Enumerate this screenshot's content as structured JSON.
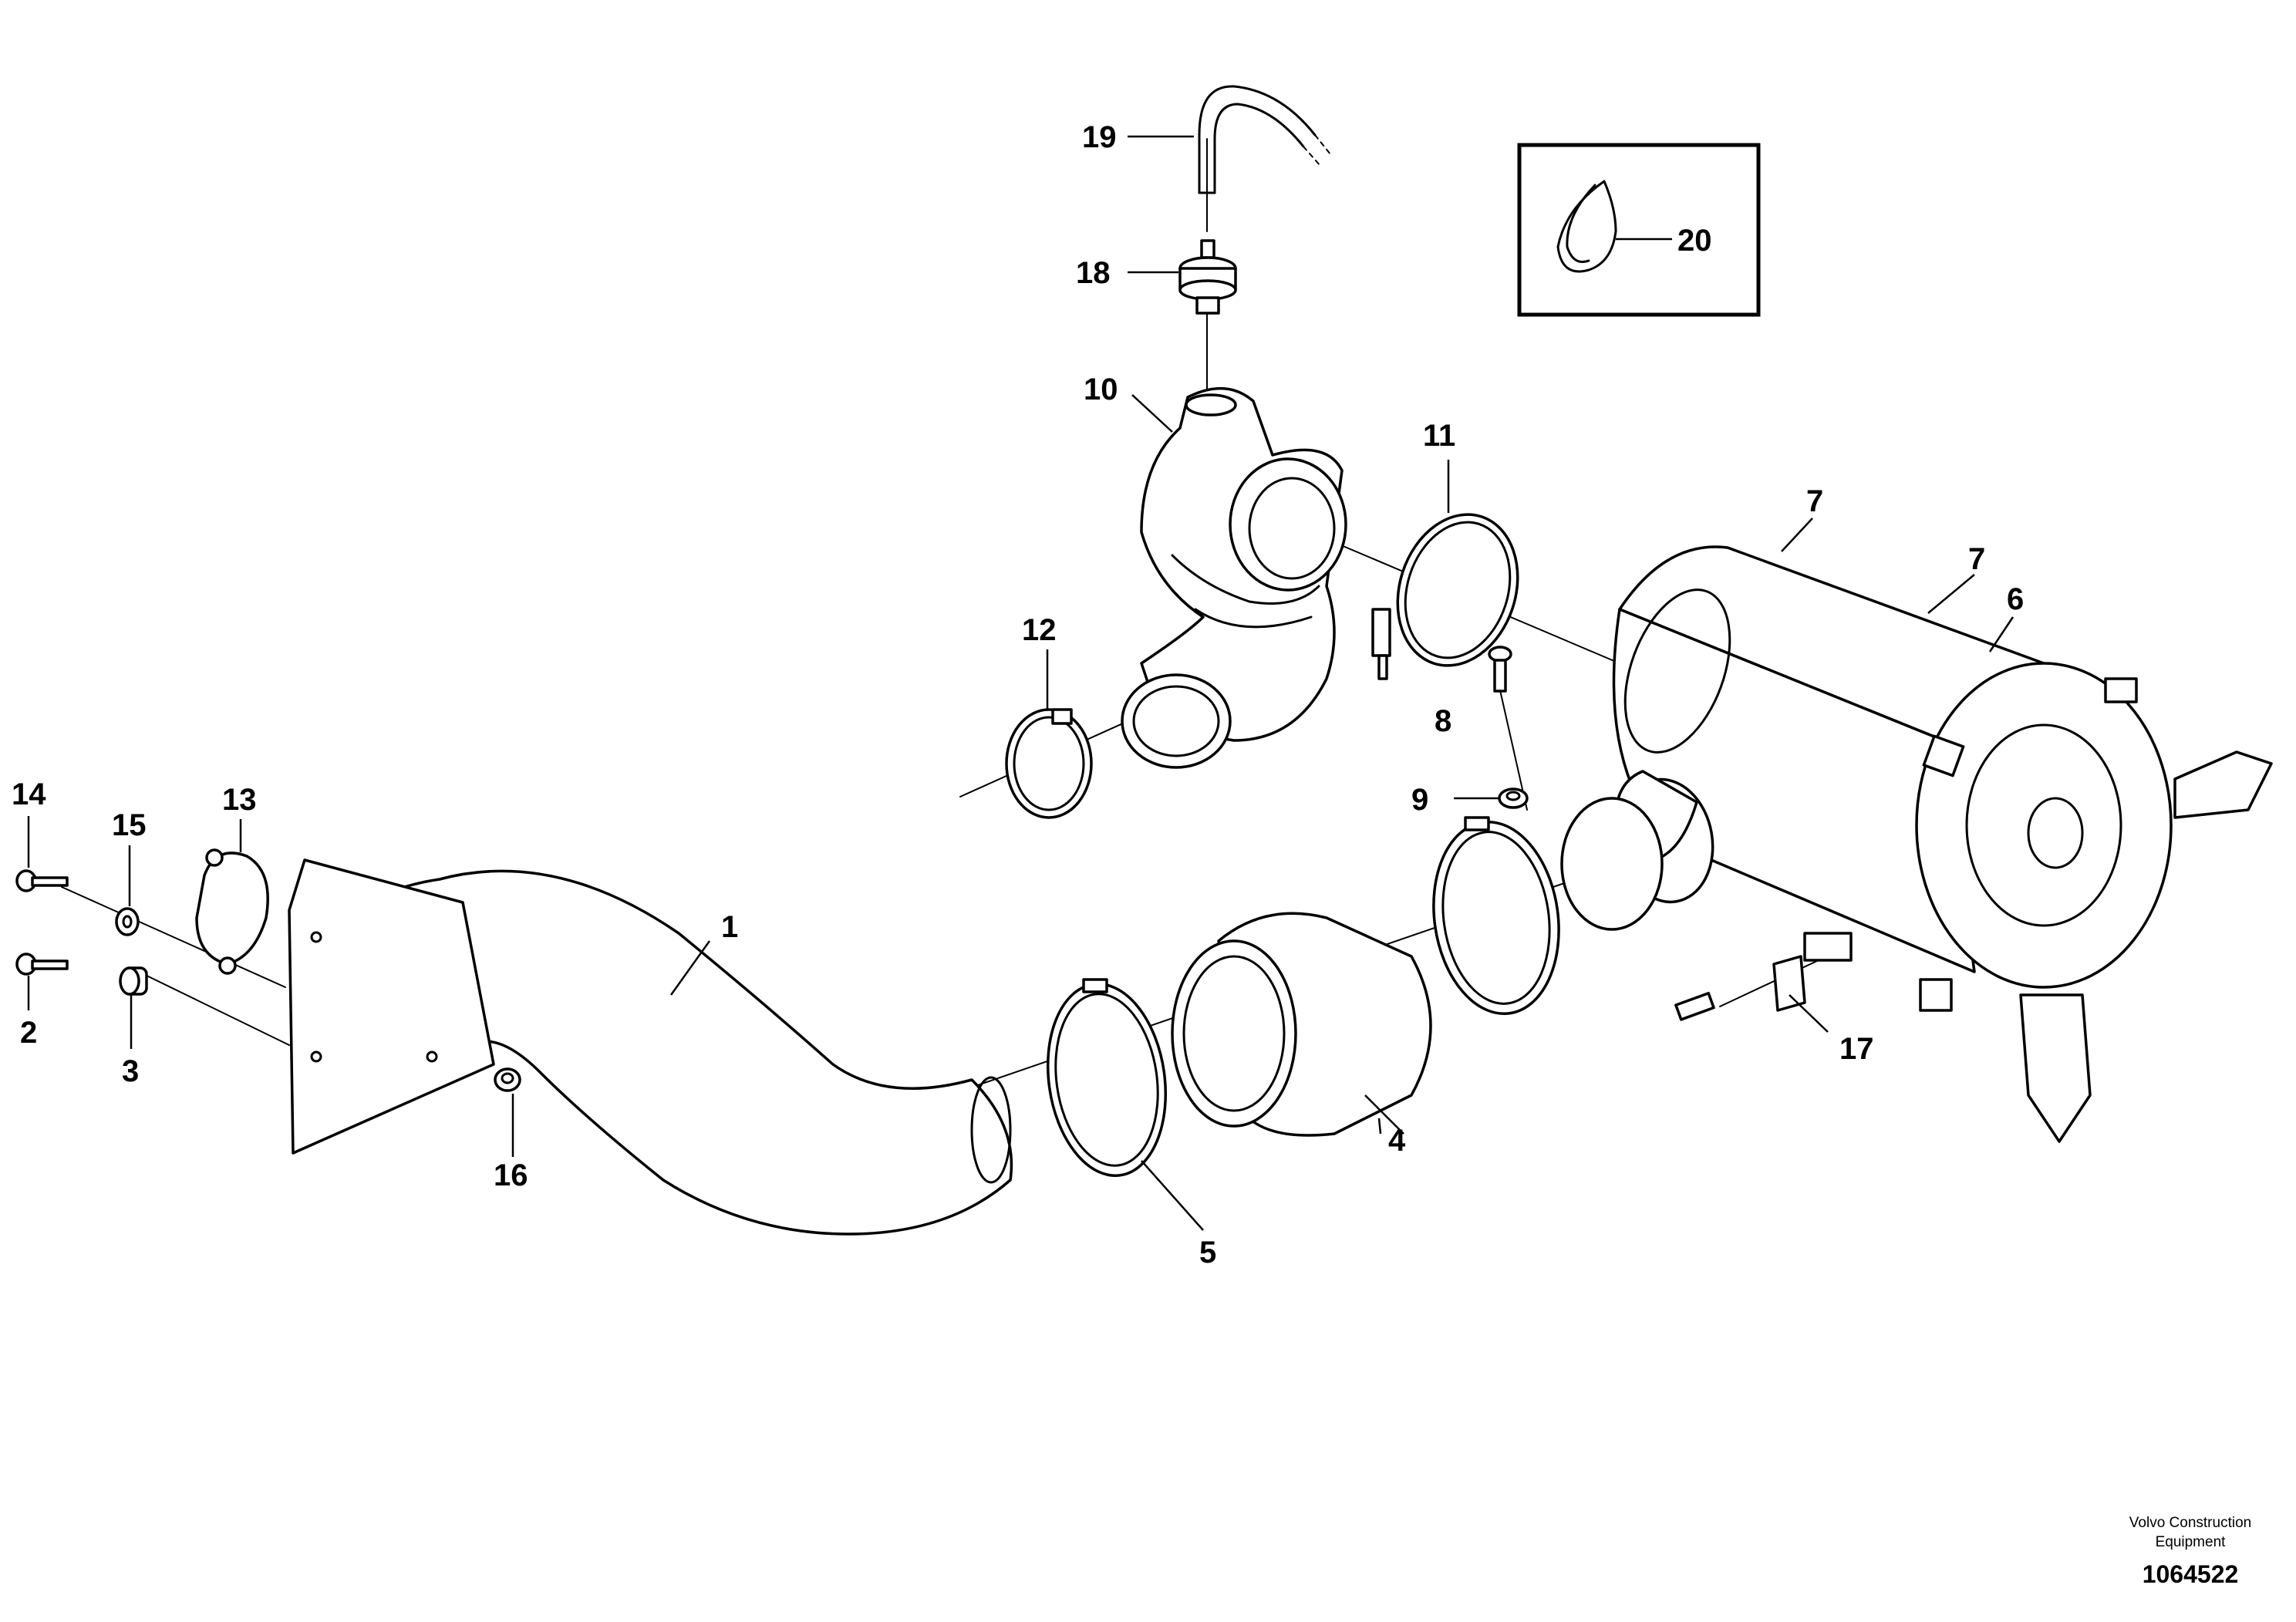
{
  "callouts": {
    "c1": "1",
    "c2": "2",
    "c3": "3",
    "c4": "4",
    "c5": "5",
    "c6": "6",
    "c7a": "7",
    "c7b": "7",
    "c8": "8",
    "c9": "9",
    "c10": "10",
    "c11": "11",
    "c12": "12",
    "c13": "13",
    "c14": "14",
    "c15": "15",
    "c16": "16",
    "c17": "17",
    "c18": "18",
    "c19": "19",
    "c20": "20"
  },
  "footer": {
    "company_line1": "Volvo Construction",
    "company_line2": "Equipment",
    "drawing_number": "1064522"
  },
  "colors": {
    "line": "#000000",
    "background": "#ffffff"
  }
}
